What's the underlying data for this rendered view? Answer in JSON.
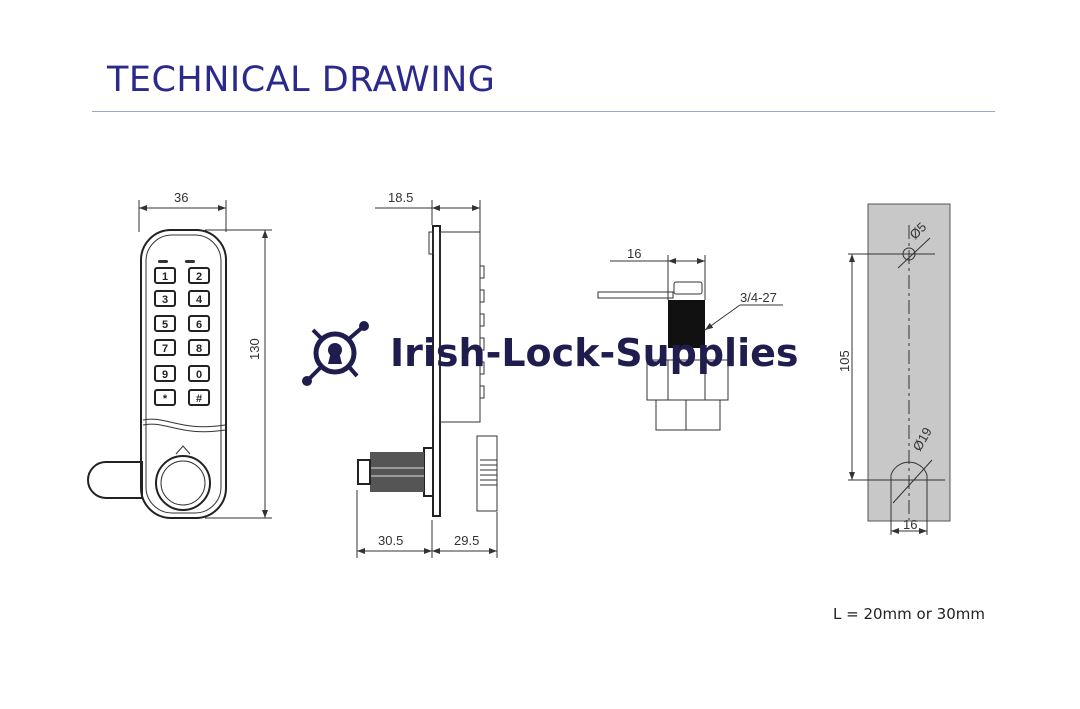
{
  "header": {
    "title": "TECHNICAL DRAWING"
  },
  "front_view": {
    "width_dim": "36",
    "height_dim": "130",
    "keys": [
      "1",
      "2",
      "3",
      "4",
      "5",
      "6",
      "7",
      "8",
      "9",
      "0",
      "*",
      "#"
    ]
  },
  "side_view": {
    "depth_dim": "18.5",
    "cam_dim": "30.5",
    "back_dim": "29.5"
  },
  "cam_view": {
    "width_dim": "16",
    "thread_label": "3/4-27"
  },
  "cutout_view": {
    "small_hole": "Ø5",
    "large_hole": "Ø19",
    "spacing_dim": "105",
    "slot_width_dim": "16",
    "panel_color": "#c8c8c8"
  },
  "watermark": {
    "text": "Irish-Lock-Supplies",
    "color": "#1f1d4e"
  },
  "note": "L = 20mm or 30mm"
}
